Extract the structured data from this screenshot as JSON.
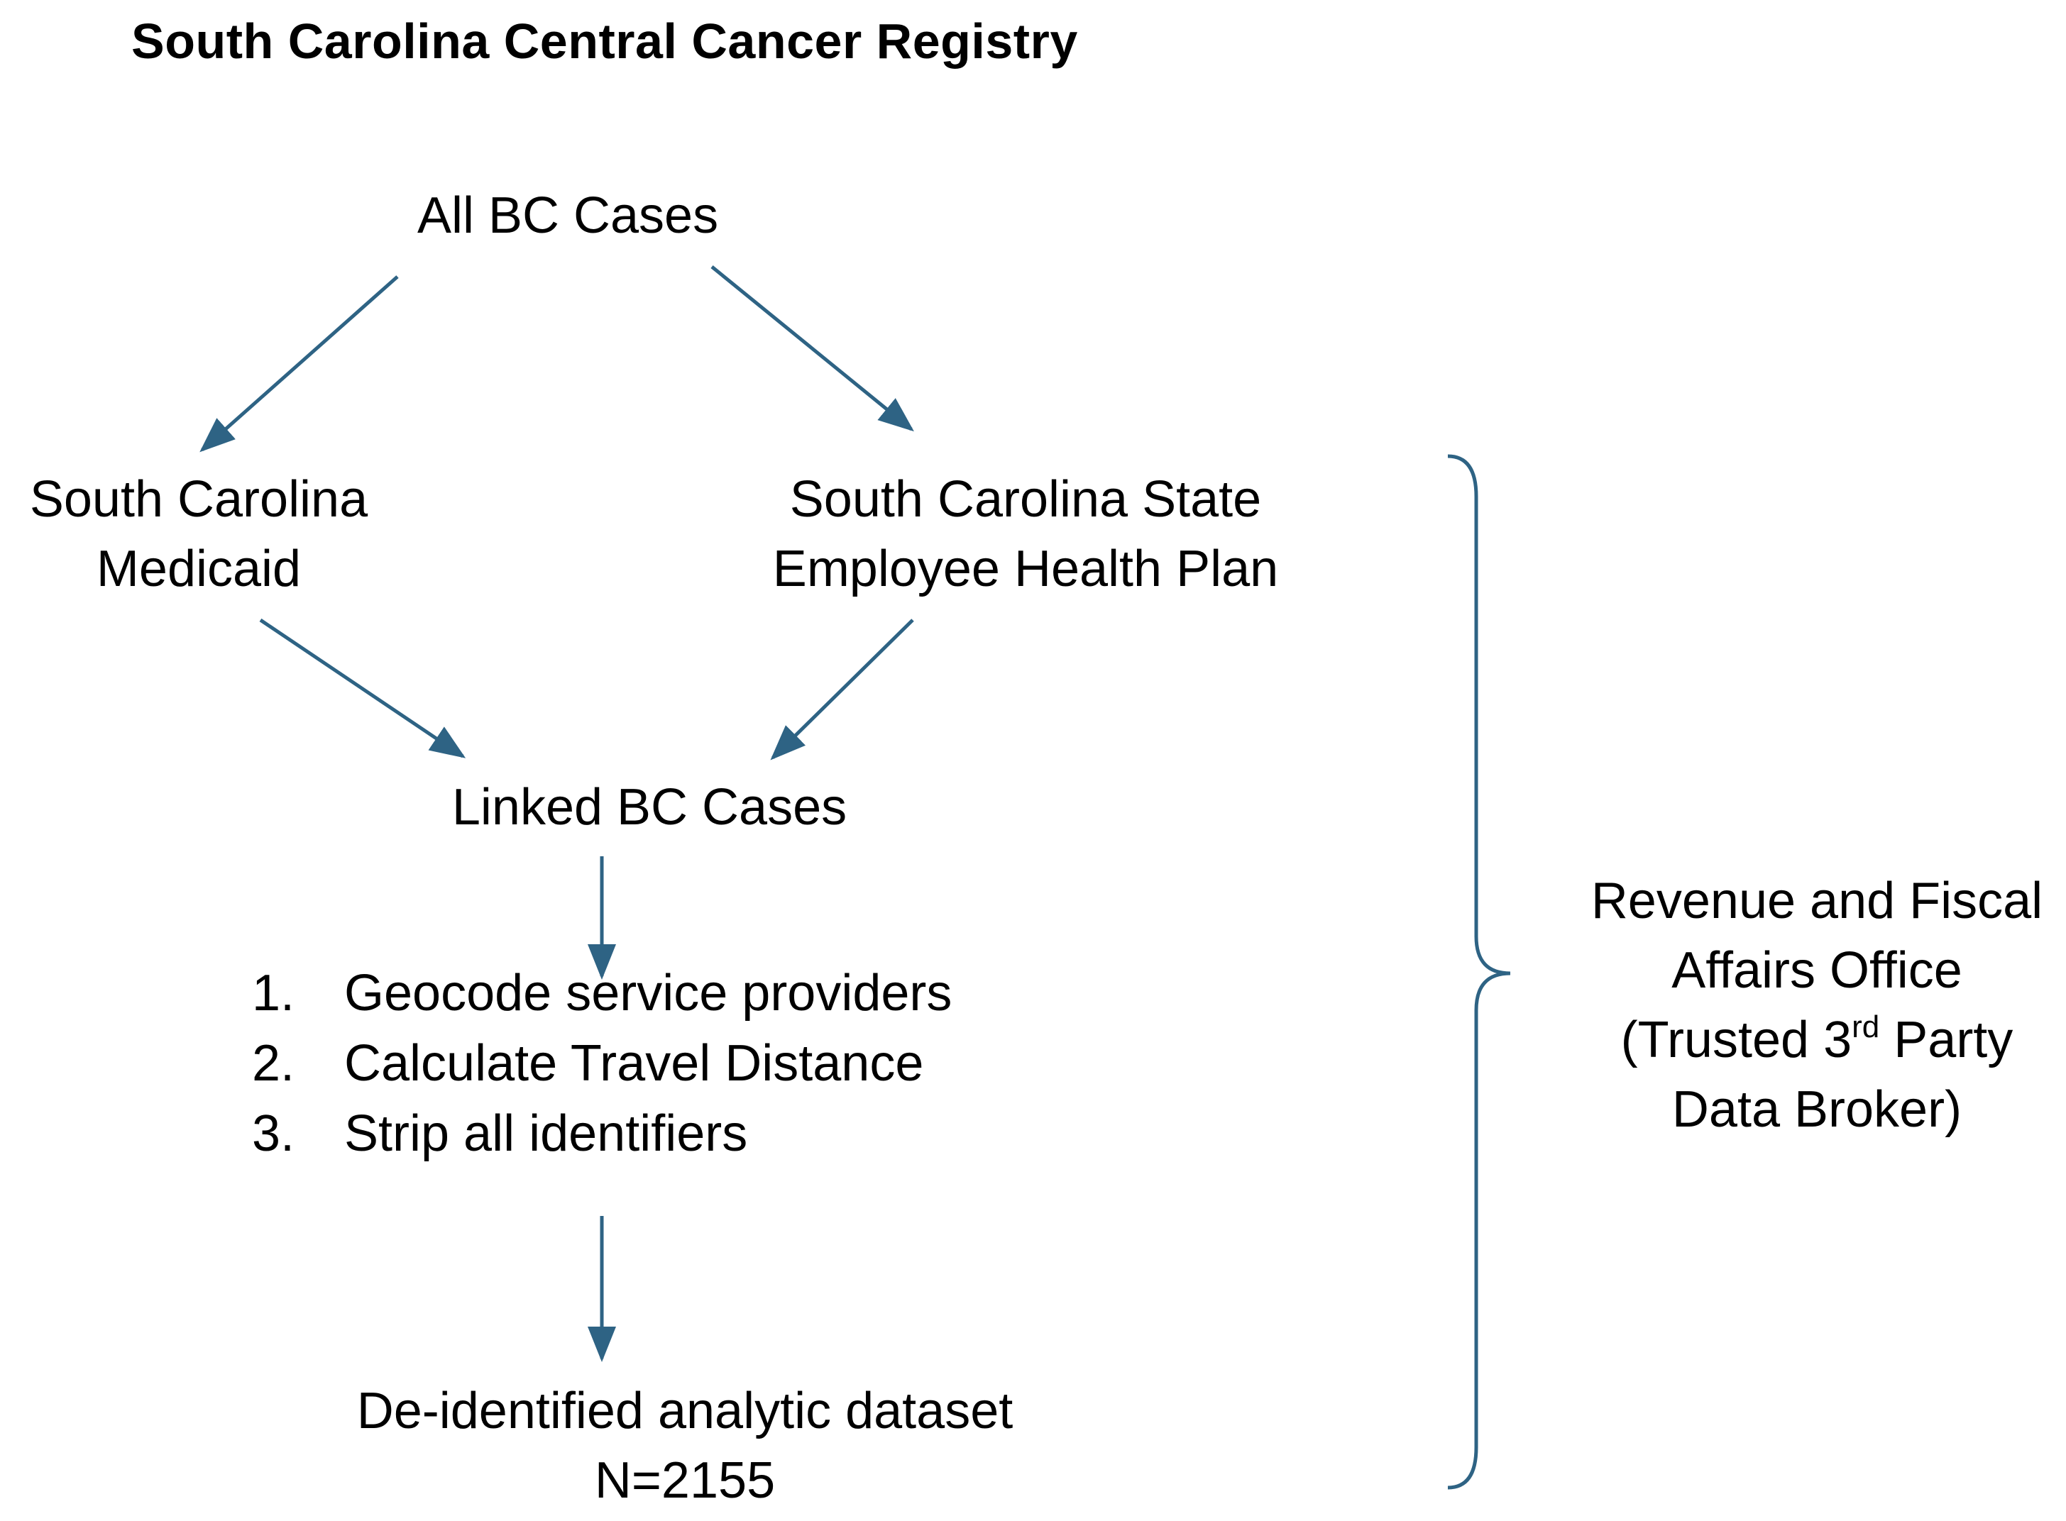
{
  "title": "South Carolina Central Cancer Registry",
  "nodes": {
    "all_cases": "All BC Cases",
    "medicaid": [
      "South Carolina",
      "Medicaid"
    ],
    "state_plan": [
      "South Carolina State",
      "Employee Health Plan"
    ],
    "linked": "Linked BC Cases",
    "steps": [
      {
        "num": "1.",
        "text": "Geocode service providers"
      },
      {
        "num": "2.",
        "text": "Calculate Travel Distance"
      },
      {
        "num": "3.",
        "text": "Strip all identifiers"
      }
    ],
    "dataset": [
      "De-identified analytic dataset",
      "N=2155"
    ]
  },
  "broker": {
    "line1": "Revenue and Fiscal",
    "line2": "Affairs Office",
    "line3_pre": "(Trusted 3",
    "line3_sup": "rd",
    "line3_post": " Party",
    "line4": "Data Broker)"
  },
  "colors": {
    "arrow": "#2e6384",
    "text": "#000000",
    "background": "#ffffff"
  }
}
